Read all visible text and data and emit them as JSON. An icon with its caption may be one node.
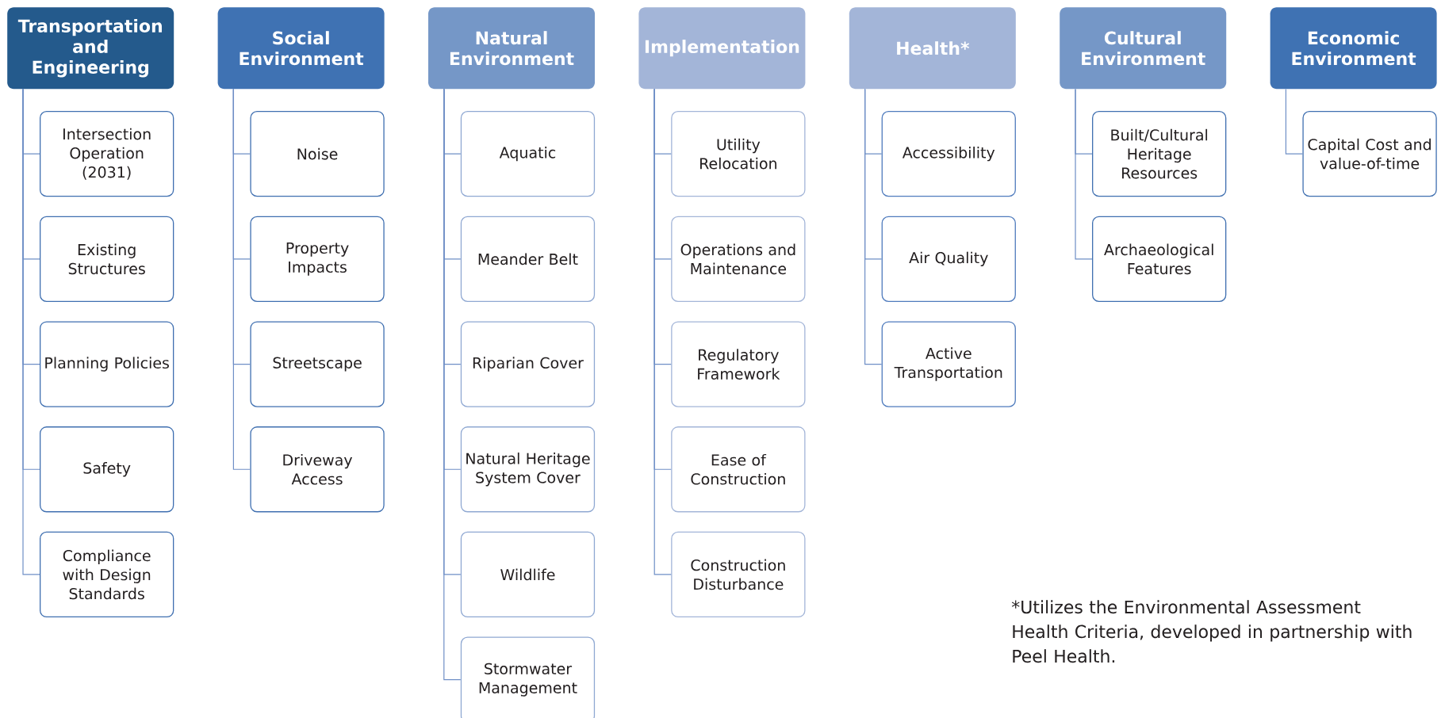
{
  "diagram": {
    "nodes": [
      {
        "text": [
          "Transportation and Engineering"
        ]
      },
      {
        "text": [
          "Intersection Operation (2031)"
        ]
      },
      {
        "text": [
          "Existing Structures"
        ]
      },
      {
        "text": [
          "Planning Policies"
        ]
      },
      {
        "text": [
          "Safety"
        ]
      },
      {
        "text": [
          "Compliance with Design Standards"
        ]
      },
      {
        "text": [
          "Social Environment"
        ]
      },
      {
        "text": [
          "Noise"
        ]
      },
      {
        "text": [
          "Property Impacts"
        ]
      },
      {
        "text": [
          "Streetscape"
        ]
      },
      {
        "text": [
          "Driveway Access"
        ]
      },
      {
        "text": [
          "Natural Environment"
        ]
      },
      {
        "text": [
          "Aquatic"
        ]
      },
      {
        "text": [
          "Meander Belt"
        ]
      },
      {
        "text": [
          "Riparian Cover"
        ]
      },
      {
        "text": [
          "Natural Heritage System Cover"
        ]
      },
      {
        "text": [
          "Wildlife"
        ]
      },
      {
        "text": [
          "Stormwater Management"
        ]
      },
      {
        "text": [
          "Implementation"
        ]
      },
      {
        "text": [
          "Utility Relocation"
        ]
      },
      {
        "text": [
          "Operations and Maintenance"
        ]
      },
      {
        "text": [
          "Regulatory Framework"
        ]
      },
      {
        "text": [
          "Ease of Construction"
        ]
      },
      {
        "text": [
          "Construction Disturbance"
        ]
      },
      {
        "text": [
          "Health*"
        ]
      },
      {
        "text": [
          "Accessibility"
        ]
      },
      {
        "text": [
          "Air Quality"
        ]
      },
      {
        "text": [
          "Active Transportation"
        ]
      },
      {
        "text": [
          "Cultural Environment"
        ]
      },
      {
        "text": [
          "Built/Cultural Heritage Resources"
        ]
      },
      {
        "text": [
          "Archaeological Features"
        ]
      },
      {
        "text": [
          "Economic Environment"
        ]
      },
      {
        "text": [
          "Capital Cost and value-of-time"
        ]
      }
    ],
    "edges": [
      {
        "from": 0,
        "to": 1,
        "arrow": "none"
      },
      {
        "from": 0,
        "to": 2,
        "arrow": "none"
      },
      {
        "from": 0,
        "to": 3,
        "arrow": "none"
      },
      {
        "from": 0,
        "to": 4,
        "arrow": "none"
      },
      {
        "from": 0,
        "to": 5,
        "arrow": "none"
      },
      {
        "from": 6,
        "to": 7,
        "arrow": "none"
      },
      {
        "from": 6,
        "to": 8,
        "arrow": "none"
      },
      {
        "from": 6,
        "to": 9,
        "arrow": "none"
      },
      {
        "from": 6,
        "to": 10,
        "arrow": "none"
      },
      {
        "from": 11,
        "to": 12,
        "arrow": "none"
      },
      {
        "from": 11,
        "to": 13,
        "arrow": "none"
      },
      {
        "from": 11,
        "to": 14,
        "arrow": "none"
      },
      {
        "from": 11,
        "to": 15,
        "arrow": "none"
      },
      {
        "from": 11,
        "to": 16,
        "arrow": "none"
      },
      {
        "from": 11,
        "to": 17,
        "arrow": "none"
      },
      {
        "from": 18,
        "to": 19,
        "arrow": "none"
      },
      {
        "from": 18,
        "to": 20,
        "arrow": "none"
      },
      {
        "from": 18,
        "to": 21,
        "arrow": "none"
      },
      {
        "from": 18,
        "to": 22,
        "arrow": "none"
      },
      {
        "from": 18,
        "to": 23,
        "arrow": "none"
      },
      {
        "from": 24,
        "to": 25,
        "arrow": "none"
      },
      {
        "from": 24,
        "to": 26,
        "arrow": "none"
      },
      {
        "from": 24,
        "to": 27,
        "arrow": "none"
      },
      {
        "from": 28,
        "to": 29,
        "arrow": "none"
      },
      {
        "from": 28,
        "to": 30,
        "arrow": "none"
      },
      {
        "from": 31,
        "to": 32,
        "arrow": "none"
      }
    ],
    "labels": [
      "*Utilizes the Environmental Assessment Health Criteria, developed in partnership with Peel Health."
    ]
  }
}
